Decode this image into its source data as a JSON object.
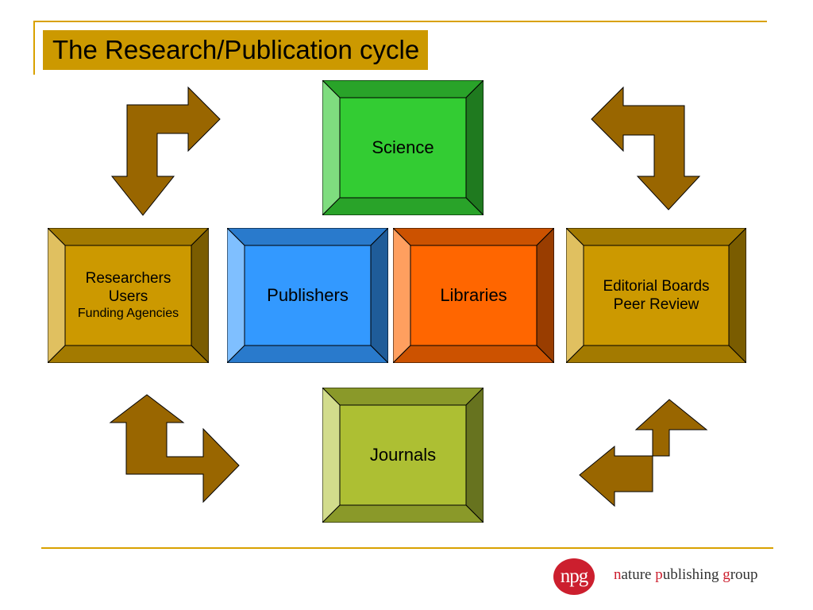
{
  "title": "The Research/Publication cycle",
  "boxes": {
    "science": {
      "lines": [
        "Science"
      ],
      "colors": {
        "face": "#33CC33",
        "light": "#7FDD7F",
        "mid": "#29A329",
        "dark": "#1F7A1F"
      }
    },
    "researchers": {
      "lines": [
        "Researchers",
        "Users",
        "Funding Agencies"
      ],
      "colors": {
        "face": "#CC9900",
        "light": "#E0C060",
        "mid": "#A37A00",
        "dark": "#7A5C00"
      }
    },
    "publishers": {
      "lines": [
        "Publishers"
      ],
      "colors": {
        "face": "#3399FF",
        "light": "#7FBFFF",
        "mid": "#297ACC",
        "dark": "#1F5C99"
      }
    },
    "libraries": {
      "lines": [
        "Libraries"
      ],
      "colors": {
        "face": "#FF6600",
        "light": "#FF9F5F",
        "mid": "#CC5200",
        "dark": "#993D00"
      }
    },
    "editorial": {
      "lines": [
        "Editorial Boards",
        "Peer Review"
      ],
      "colors": {
        "face": "#CC9900",
        "light": "#E0C060",
        "mid": "#A37A00",
        "dark": "#7A5C00"
      }
    },
    "journals": {
      "lines": [
        "Journals"
      ],
      "colors": {
        "face": "#ADBF33",
        "light": "#D2DC8C",
        "mid": "#8A9929",
        "dark": "#67731F"
      }
    }
  },
  "arrow_color": "#996600",
  "logo": {
    "mark": "npg",
    "word1_initial": "n",
    "word1_rest": "ature",
    "word2_initial": "p",
    "word2_rest": "ublishing",
    "word3_initial": "g",
    "word3_rest": "roup"
  }
}
